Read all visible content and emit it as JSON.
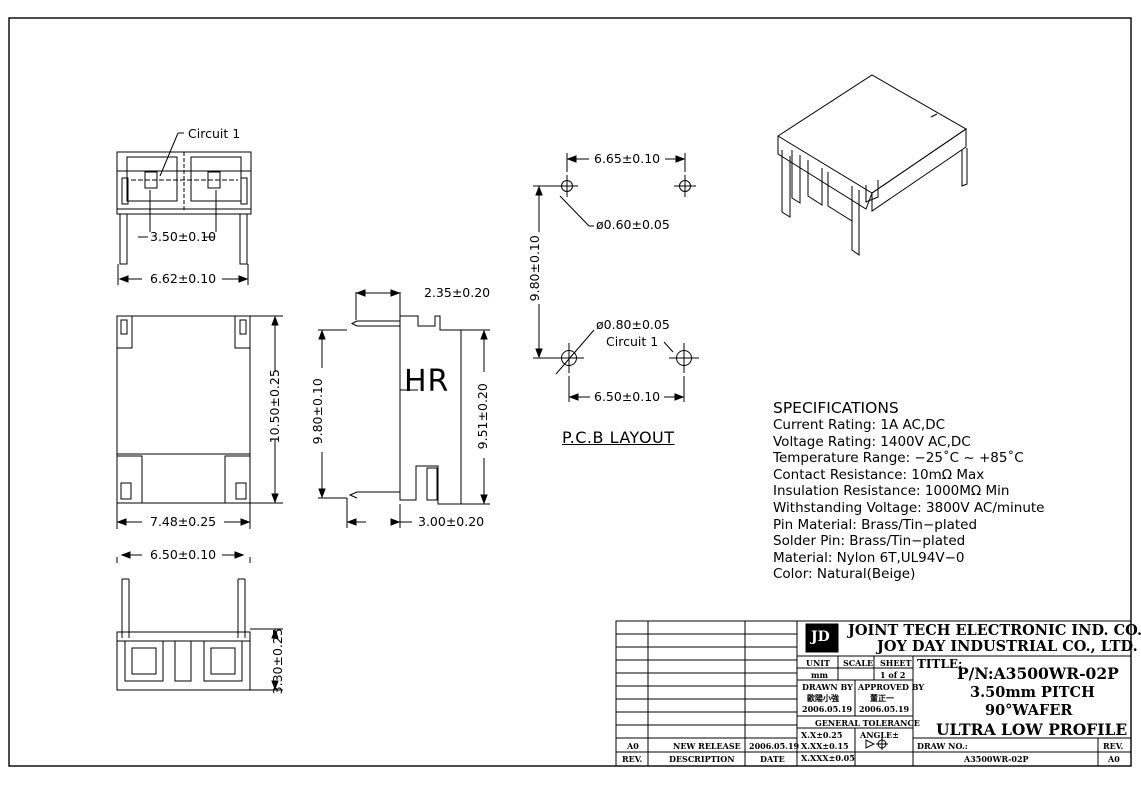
{
  "dimensions": {
    "circuit1_top": "Circuit 1",
    "pitch_top": "3.50±0.10",
    "width_top": "6.62±0.10",
    "height_front": "10.50±0.25",
    "width_front": "7.48±0.25",
    "width_bottom": "6.50±0.10",
    "height_bottom": "3.30±0.25",
    "side_offset": "2.35±0.20",
    "side_height_left": "9.80±0.10",
    "side_height_right": "9.51±0.20",
    "side_bottom": "3.00±0.20",
    "hr_mark": "HR"
  },
  "pcb_layout": {
    "top_pitch": "6.65±0.10",
    "hole_small": "ø0.60±0.05",
    "vertical": "9.80±0.10",
    "hole_large": "ø0.80±0.05",
    "circuit1": "Circuit 1",
    "bottom_pitch": "6.50±0.10",
    "label": "P.C.B LAYOUT"
  },
  "specifications": {
    "heading": "SPECIFICATIONS",
    "lines": [
      "Current Rating: 1A AC,DC",
      "Voltage Rating: 1400V AC,DC",
      "Temperature Range: −25˚C ~ +85˚C",
      "Contact Resistance: 10mΩ Max",
      "Insulation Resistance: 1000MΩ Min",
      "Withstanding Voltage: 3800V AC/minute",
      "Pin Material: Brass/Tin−plated",
      "Solder Pin: Brass/Tin−plated",
      "Material: Nylon 6T,UL94V−0",
      "Color: Natural(Beige)"
    ]
  },
  "title_block": {
    "company1": "JOINT TECH ELECTRONIC IND. CO., LTD.",
    "company2": "JOY DAY INDUSTRIAL CO., LTD.",
    "logo": "JD",
    "unit_label": "UNIT",
    "unit_value": "mm",
    "scale_label": "SCALE",
    "sheet_label": "SHEET",
    "sheet_value": "1 of 2",
    "drawn_label": "DRAWN BY",
    "drawn_name": "歐陽小強",
    "drawn_date": "2006.05.19",
    "approved_label": "APPROVED BY",
    "approved_name": "董正一",
    "approved_date": "2006.05.19",
    "tolerance_label": "GENERAL TOLERANCE",
    "tol1": "X.X±0.25",
    "tol2": "X.XX±0.15",
    "tol3": "X.XXX±0.05",
    "angle_label": "ANGLE±",
    "title_label": "TITLE:",
    "title1": "P/N:A3500WR-02P",
    "title2": "3.50mm PITCH",
    "title3": "90°WAFER",
    "title4": "ULTRA LOW PROFILE",
    "drawno_label": "DRAW NO.:",
    "drawno_value": "A3500WR-02P",
    "rev_label": "REV.",
    "rev_value": "A0",
    "rev_row": {
      "rev": "A0",
      "description": "NEW RELEASE",
      "date": "2006.05.19"
    },
    "header_rev": "REV.",
    "header_desc": "DESCRIPTION",
    "header_date": "DATE"
  }
}
